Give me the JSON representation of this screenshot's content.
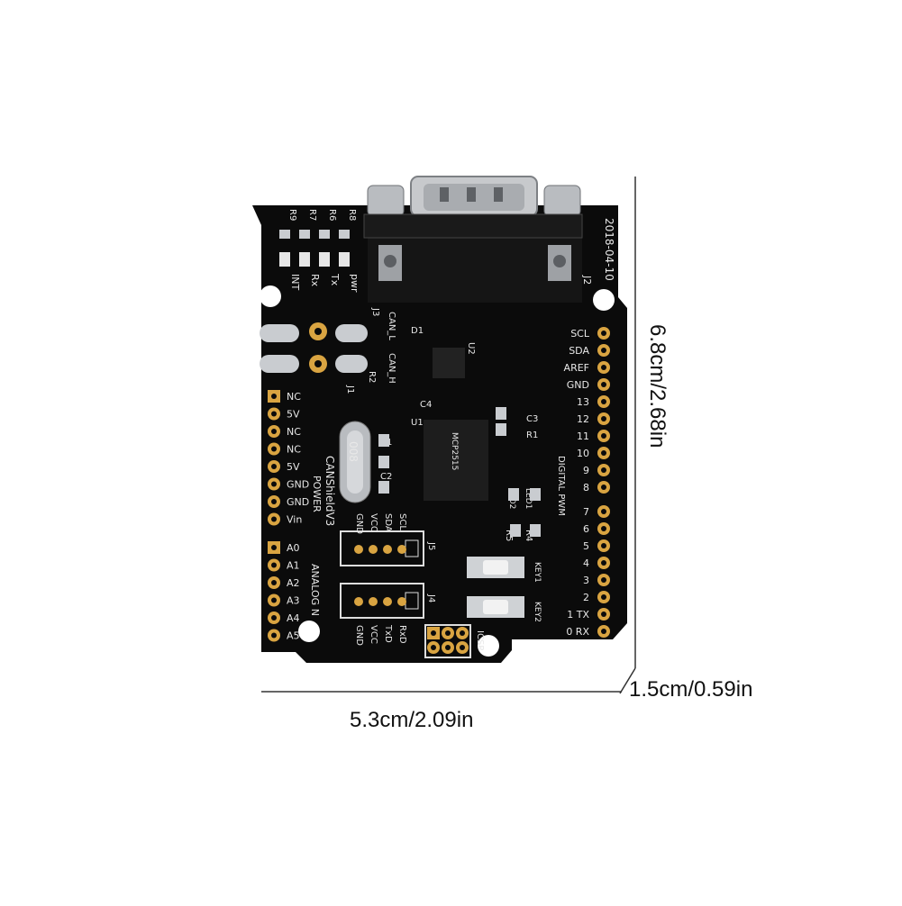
{
  "dimensions": {
    "width_label": "5.3cm/2.09in",
    "height_label": "6.8cm/2.68in",
    "depth_label": "1.5cm/0.59in"
  },
  "board": {
    "date": "2018-04-10",
    "name": "CANShieldV3",
    "connector_ref": "J2",
    "colors": {
      "pcb": "#0b0b0b",
      "silk": "#e8e8e8",
      "pad": "#d9a441",
      "metal": "#b9bcc0"
    },
    "top_resistors": [
      "R9",
      "R7",
      "R6",
      "R8"
    ],
    "led_labels": [
      "INT",
      "Rx",
      "Tx",
      "pwr"
    ],
    "can_labels": {
      "j3": "J3",
      "can_l": "CAN_L",
      "can_h": "CAN_H",
      "d1": "D1",
      "u2": "U2",
      "r2": "R2",
      "j1": "J1"
    },
    "power_header": {
      "title": "POWER",
      "pins": [
        "NC",
        "5V",
        "NC",
        "NC",
        "5V",
        "GND",
        "GND",
        "Vin"
      ]
    },
    "analog_header": {
      "title": "ANALOG N",
      "pins": [
        "A0",
        "A1",
        "A2",
        "A3",
        "A4",
        "A5"
      ]
    },
    "digital_header": {
      "title": "DIGITAL PWM",
      "pins_top": [
        "SCL",
        "SDA",
        "AREF",
        "GND",
        "13",
        "12",
        "11",
        "10",
        "9",
        "8"
      ],
      "pins_bottom": [
        "7",
        "6",
        "5",
        "4",
        "3",
        "2",
        "1 TX",
        "0 RX"
      ]
    },
    "components": {
      "c1": "C1",
      "c2": "C2",
      "c3": "C3",
      "c4": "C4",
      "u1": "U1",
      "r1": "R1",
      "r4": "R4",
      "r5": "R5",
      "led1": "LED1",
      "led2": "LED2",
      "key1": "KEY1",
      "key2": "KEY2",
      "icsp": "ICSP",
      "crystal": "008",
      "chip": "MCP2515"
    },
    "j5": {
      "ref": "J5",
      "pins": [
        "GND",
        "VCC",
        "SDA",
        "SCL"
      ]
    },
    "j4": {
      "ref": "J4",
      "pins": [
        "GND",
        "VCC",
        "TxD",
        "RxD"
      ]
    }
  }
}
